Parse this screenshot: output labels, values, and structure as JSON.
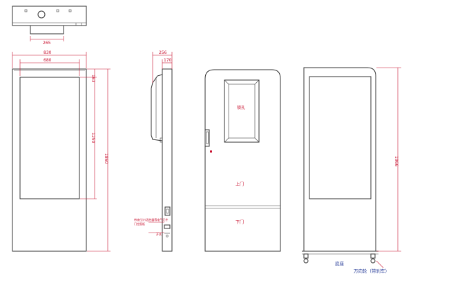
{
  "dimensions": {
    "top_width": "265",
    "front_outer_width": "830",
    "front_screen_width": "680",
    "front_top_offset": "163",
    "front_screen_height": "1250",
    "front_total_height": "1860",
    "side_depth_total": "256",
    "side_depth_body": "170",
    "back_total_height": "1966"
  },
  "labels": {
    "lock": "锁孔",
    "upper_door": "上门",
    "lower_door": "下门",
    "base": "底座",
    "casters": "万向轮（带刹车）",
    "side_note": "带液位计/温控器等电气元件",
    "side_note_2": "门控面板",
    "side_note_3": "开关"
  },
  "colors": {
    "line": "#333333",
    "dimension": "#c8102e",
    "blue_label": "#2a3f9a"
  }
}
